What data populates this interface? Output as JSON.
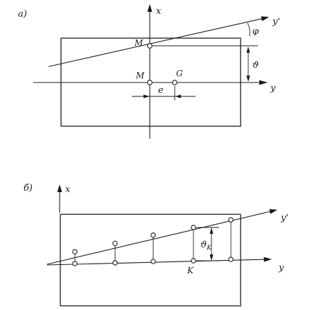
{
  "panel_a": {
    "tag": "а)",
    "axis_x": "x",
    "axis_y": "y",
    "axis_y_prime": "y'",
    "angle": "φ",
    "offset": "ϑ",
    "point_upper": "M",
    "point_lower": "M",
    "point_g": "G",
    "eccentricity": "e"
  },
  "panel_b": {
    "tag": "б)",
    "axis_x": "x",
    "axis_y": "y",
    "axis_y_prime": "y'",
    "offset": "ϑ",
    "offset_sub": "K",
    "point_k": "K"
  }
}
